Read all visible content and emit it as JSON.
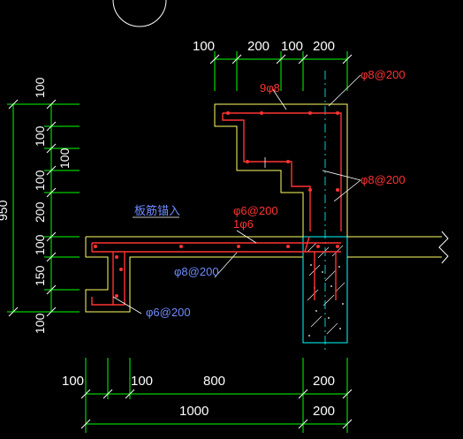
{
  "drawing": {
    "top_dims": [
      "100",
      "200",
      "100",
      "200"
    ],
    "left_dims": [
      "100",
      "100",
      "100",
      "100",
      "200",
      "100",
      "150",
      "100"
    ],
    "left_total": "950",
    "bottom_dims_upper": [
      "100",
      "100",
      "800",
      "200"
    ],
    "bottom_dims_lower": [
      "1000",
      "200"
    ],
    "labels": {
      "top_right_bar": "φ8@200",
      "mid_right_bar": "φ8@200",
      "upper_left_bar": "9φ8",
      "center_bar": "φ6@200",
      "center_bar_2": "1φ6",
      "slab_bar": "φ8@200",
      "bottom_left_bar": "φ6@200",
      "slab_note": "板筋锚入"
    }
  },
  "colors": {
    "background": "#000000",
    "dimension": "#00ff00",
    "outline": "#ffff66",
    "rebar": "#ff3333",
    "column": "#00ffff"
  }
}
